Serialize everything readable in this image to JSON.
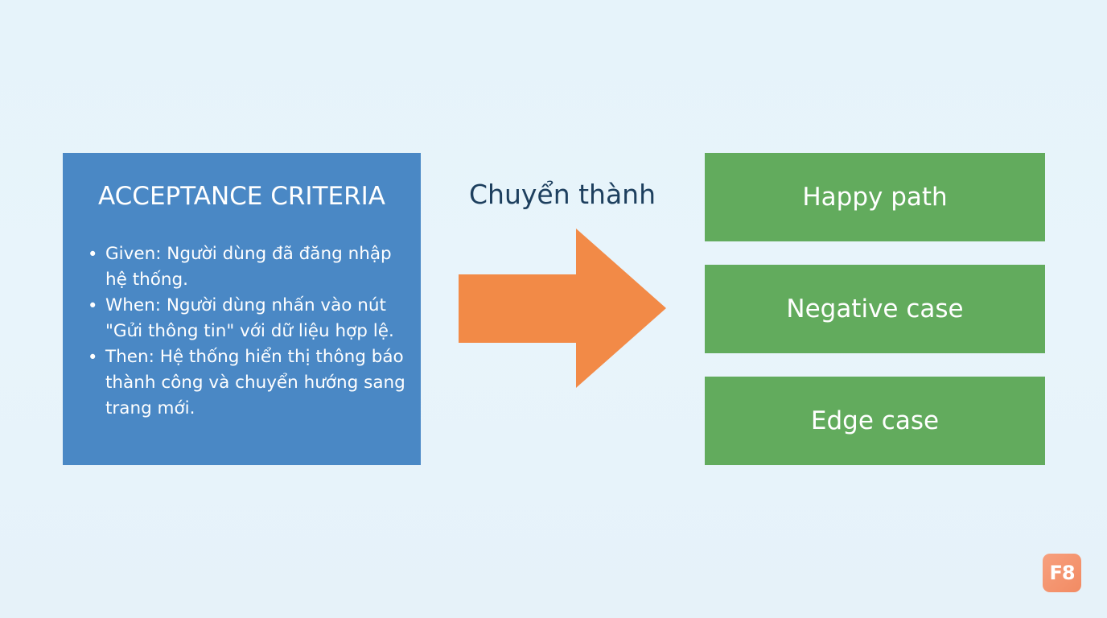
{
  "acceptance_criteria": {
    "title": "ACCEPTANCE CRITERIA",
    "items": [
      "Given: Người dùng đã đăng nhập hệ thống.",
      "When: Người dùng nhấn vào nút \"Gửi thông tin\" với dữ liệu hợp lệ.",
      "Then: Hệ thống hiển thị thông báo thành công và chuyển hướng sang trang mới."
    ],
    "bullet": "•",
    "color": "#4a88c5"
  },
  "transform": {
    "label": "Chuyển thành",
    "arrow_color": "#f28a47",
    "arrow_icon": "right-arrow-icon"
  },
  "cases": {
    "color": "#62ab5d",
    "items": [
      "Happy path",
      "Negative case",
      "Edge case"
    ]
  },
  "logo": {
    "text": "F8",
    "color": "#f28b63"
  }
}
